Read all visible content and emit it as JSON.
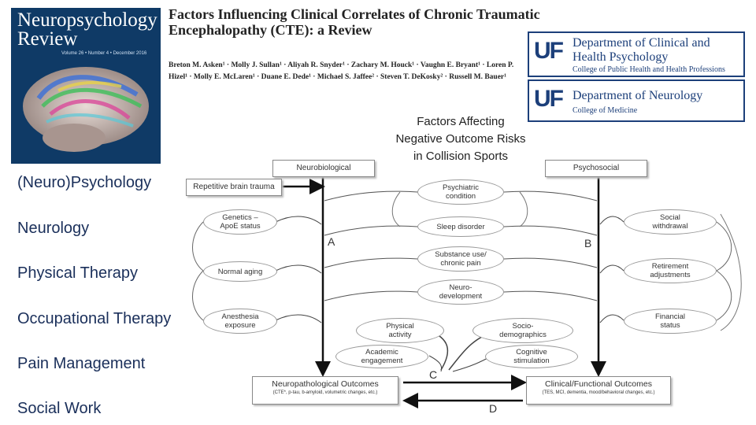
{
  "cover": {
    "journal": "Neuropsychology Review",
    "volume": "Volume 26 • Number 4 • December 2016"
  },
  "paper": {
    "title": "Factors Influencing Clinical Correlates of Chronic Traumatic Encephalopathy (CTE): a Review",
    "authors": "Breton M. Asken¹ · Molly J. Sullan¹ · Aliyah R. Snyder¹ · Zachary M. Houck¹ · Vaughn E. Bryant¹ · Loren P. Hizel¹ · Molly E. McLaren¹ · Duane E. Dede¹ · Michael S. Jaffee² · Steven T. DeKosky² · Russell M. Bauer¹"
  },
  "logos": [
    {
      "mark": "UF",
      "line1": "Department of Clinical and",
      "line2": "Health Psychology",
      "line3": "College of Public Health and Health Professions"
    },
    {
      "mark": "UF",
      "line1": "Department of Neurology",
      "line2": "College of Medicine"
    }
  ],
  "sidebar": {
    "items": [
      "(Neuro)Psychology",
      "Neurology",
      "Physical Therapy",
      "Occupational Therapy",
      "Pain Management",
      "Social Work"
    ]
  },
  "diagram": {
    "title_lines": [
      "Factors Affecting",
      "Negative Outcome Risks",
      "in Collision Sports"
    ],
    "neurobiological": "Neurobiological",
    "psychosocial": "Psychosocial",
    "repetitive": "Repetitive brain trauma",
    "left_factors": [
      [
        "Genetics –",
        "ApoE status"
      ],
      [
        "Normal aging"
      ],
      [
        "Anesthesia",
        "exposure"
      ]
    ],
    "right_factors": [
      [
        "Social",
        "withdrawal"
      ],
      [
        "Retirement",
        "adjustments"
      ],
      [
        "Financial",
        "status"
      ]
    ],
    "center_factors": [
      [
        "Psychiatric",
        "condition"
      ],
      [
        "Sleep disorder"
      ],
      [
        "Substance use/",
        "chronic pain"
      ],
      [
        "Neuro-",
        "development"
      ]
    ],
    "lower_factors": [
      [
        "Physical",
        "activity"
      ],
      [
        "Socio-",
        "demographics"
      ],
      [
        "Academic",
        "engagement"
      ],
      [
        "Cognitive",
        "stimulation"
      ]
    ],
    "letters": {
      "a": "A",
      "b": "B",
      "c": "C",
      "d": "D"
    },
    "neuro_outcomes": {
      "title": "Neuropathological Outcomes",
      "sub": "(CTE*, p-tau, b-amyloid, volumetric changes, etc.)"
    },
    "clinical_outcomes": {
      "title": "Clinical/Functional Outcomes",
      "sub": "(TES, MCI, dementia, mood/behavioral changes, etc.)"
    }
  }
}
